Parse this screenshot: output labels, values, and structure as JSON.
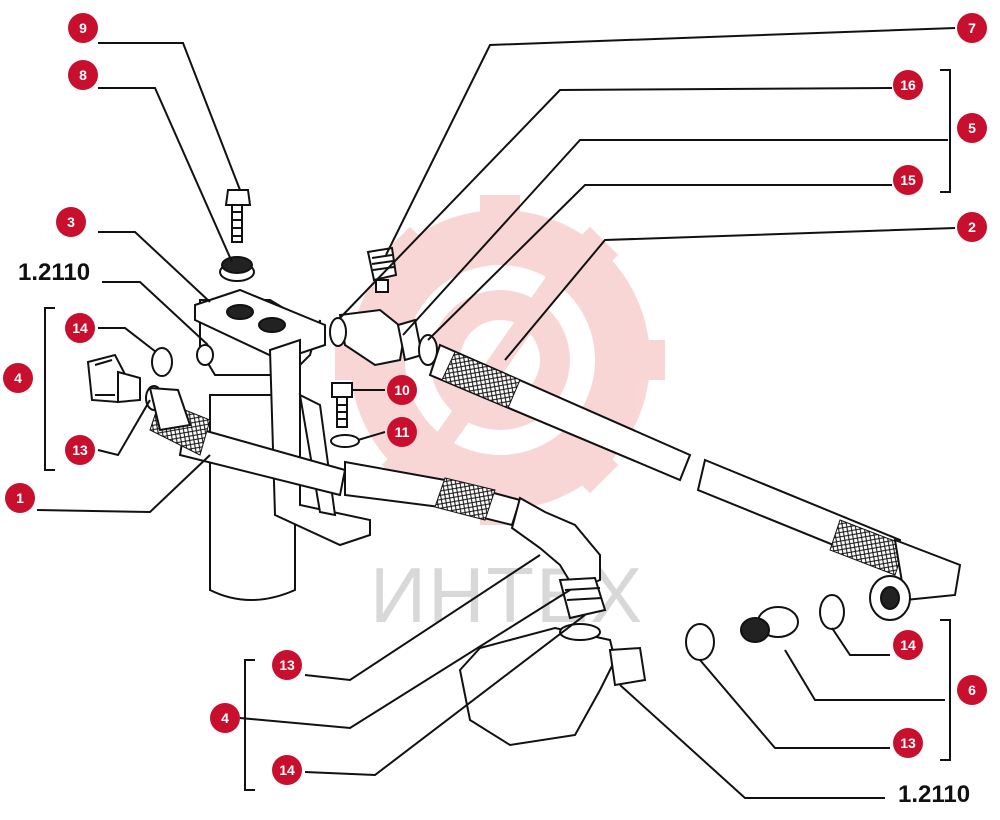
{
  "diagram": {
    "watermark_text": "ИНТЕХ",
    "ref_labels": {
      "top_left": "1.2110",
      "bottom_right": "1.2110"
    },
    "callouts": {
      "c9": "9",
      "c8": "8",
      "c3": "3",
      "c14a": "14",
      "c4a": "4",
      "c13a": "13",
      "c1": "1",
      "c10": "10",
      "c11": "11",
      "c7": "7",
      "c16": "16",
      "c5": "5",
      "c15": "15",
      "c2": "2",
      "c14b": "14",
      "c6": "6",
      "c13b": "13",
      "c13c": "13",
      "c4b": "4",
      "c14c": "14"
    },
    "colors": {
      "callout_fill": "#c8102e",
      "watermark": "#f2a6a6",
      "line": "#111111"
    }
  }
}
